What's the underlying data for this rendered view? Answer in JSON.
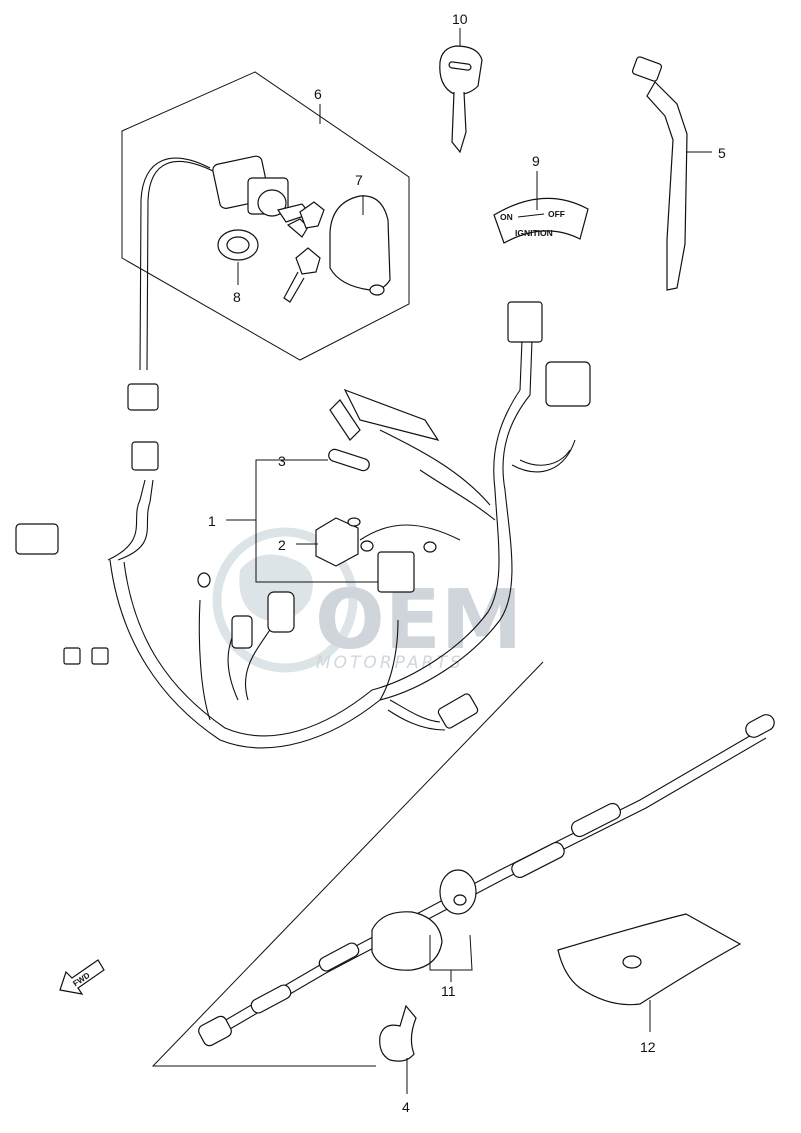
{
  "callouts": [
    {
      "id": "1",
      "text": "1"
    },
    {
      "id": "2",
      "text": "2"
    },
    {
      "id": "3",
      "text": "3"
    },
    {
      "id": "4",
      "text": "4"
    },
    {
      "id": "5",
      "text": "5"
    },
    {
      "id": "6",
      "text": "6"
    },
    {
      "id": "7",
      "text": "7"
    },
    {
      "id": "8",
      "text": "8"
    },
    {
      "id": "9",
      "text": "9"
    },
    {
      "id": "10",
      "text": "10"
    },
    {
      "id": "11",
      "text": "11"
    },
    {
      "id": "12",
      "text": "12"
    }
  ],
  "decal": {
    "on": "ON",
    "off": "OFF",
    "ignition": "IGNITION"
  },
  "fwd_label": "FWD",
  "watermark": {
    "logo": "OEM",
    "sub": "MOTORPARTS"
  },
  "colors": {
    "line": "#111111",
    "watermark": "#a9b4bd",
    "background": "#ffffff"
  }
}
